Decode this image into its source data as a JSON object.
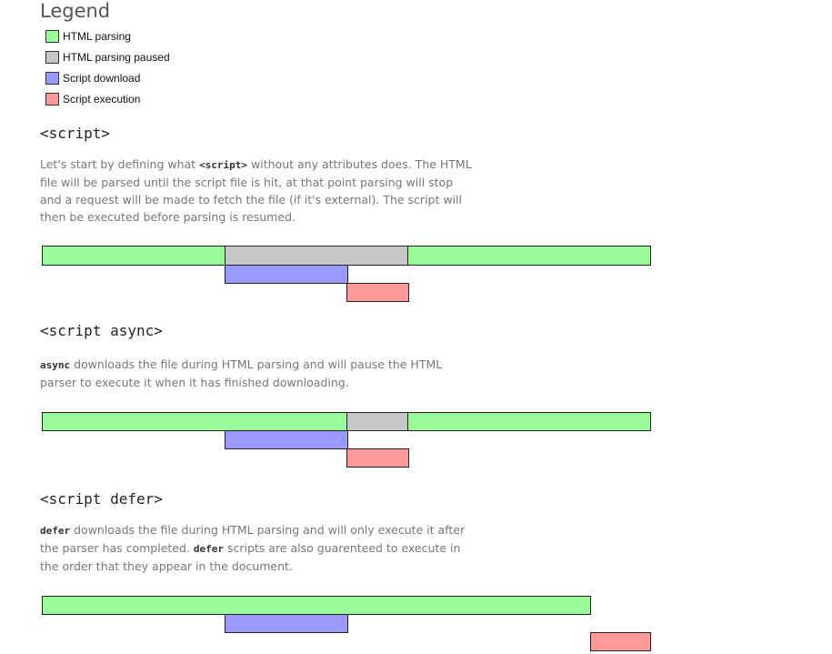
{
  "legend": {
    "title": "Legend",
    "items": [
      {
        "label": "HTML parsing",
        "color": "#98fb98"
      },
      {
        "label": "HTML parsing paused",
        "color": "#c8c8c8"
      },
      {
        "label": "Script download",
        "color": "#9999ff"
      },
      {
        "label": "Script execution",
        "color": "#ff9999"
      }
    ]
  },
  "sections": [
    {
      "title": "<script>",
      "desc": [
        {
          "t": "Let's start by defining what "
        },
        {
          "t": "<script>",
          "code": true
        },
        {
          "t": " without any attributes does. The HTML file will be parsed until the script file is hit, at that point parsing will stop and a request will be made to fetch the file (if it's external). The script will then be executed before parsing is resumed."
        }
      ]
    },
    {
      "title": "<script async>",
      "desc": [
        {
          "t": "async",
          "code": true
        },
        {
          "t": " downloads the file during HTML parsing and will pause the HTML parser to execute it when it has finished downloading."
        }
      ]
    },
    {
      "title": "<script defer>",
      "desc": [
        {
          "t": "defer",
          "code": true
        },
        {
          "t": " downloads the file during HTML parsing and will only execute it after the parser has completed. "
        },
        {
          "t": "defer",
          "code": true
        },
        {
          "t": " scripts are also guarenteed to execute in the order that they appear in the document."
        }
      ]
    }
  ]
}
